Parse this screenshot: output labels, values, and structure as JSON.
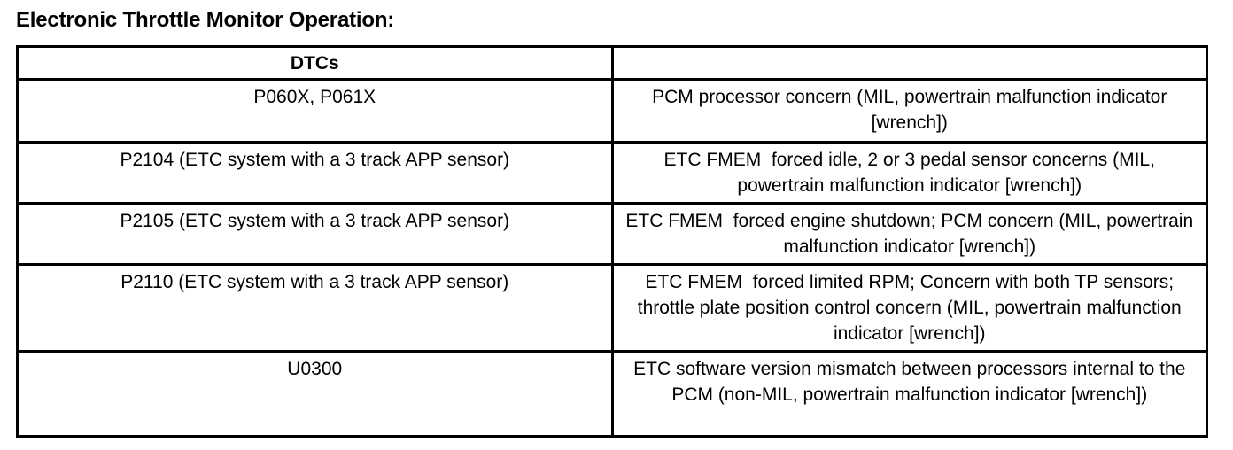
{
  "title": "Electronic Throttle Monitor Operation:",
  "table": {
    "header": {
      "dtcs_label": "DTCs",
      "description_label": ""
    },
    "rows": [
      {
        "dtc": "P060X, P061X",
        "description": "PCM processor concern (MIL, powertrain malfunction indicator [wrench])"
      },
      {
        "dtc": "P2104 (ETC system with a 3 track APP sensor)",
        "description": "ETC FMEM  forced idle, 2 or 3 pedal sensor concerns (MIL, powertrain malfunction indicator [wrench])"
      },
      {
        "dtc": "P2105 (ETC system with a 3 track APP sensor)",
        "description": "ETC FMEM  forced engine shutdown; PCM concern (MIL, powertrain malfunction indicator [wrench])"
      },
      {
        "dtc": "P2110 (ETC system with a 3 track APP sensor)",
        "description": "ETC FMEM  forced limited RPM; Concern with both TP sensors; throttle plate position control concern (MIL, powertrain malfunction indicator [wrench])"
      },
      {
        "dtc": "U0300",
        "description": "ETC software version mismatch between processors internal to the PCM (non-MIL, powertrain malfunction indicator [wrench])"
      }
    ]
  },
  "colors": {
    "text": "#000000",
    "border": "#000000",
    "background": "#ffffff"
  }
}
